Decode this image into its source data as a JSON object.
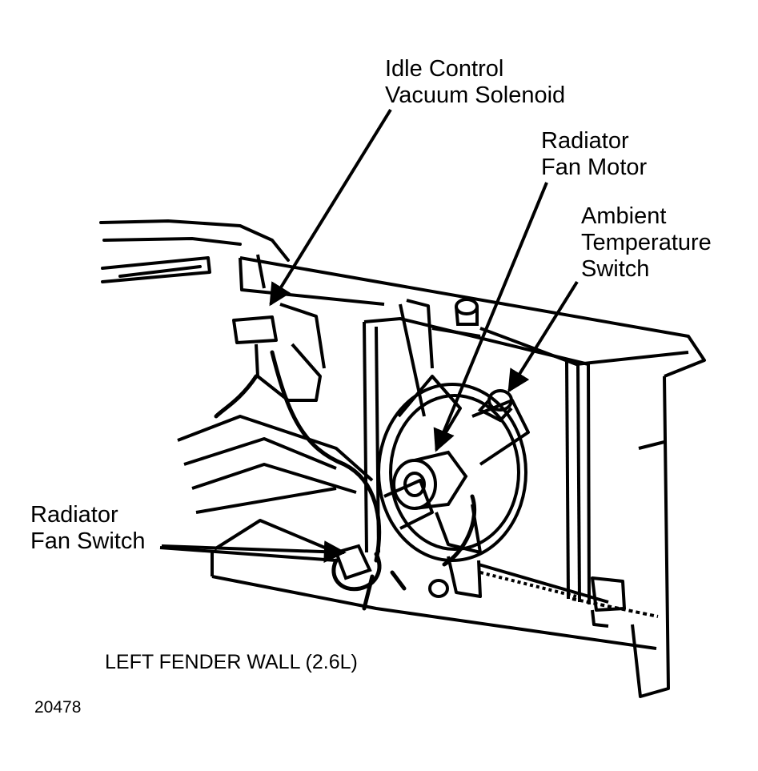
{
  "labels": {
    "idle_solenoid": [
      "Idle Control",
      "Vacuum Solenoid"
    ],
    "fan_motor": [
      "Radiator",
      "Fan Motor"
    ],
    "ambient_switch": [
      "Ambient",
      "Temperature",
      "Switch"
    ],
    "fan_switch": [
      "Radiator",
      "Fan Switch"
    ]
  },
  "caption": "LEFT FENDER WALL (2.6L)",
  "figure_number": "20478",
  "colors": {
    "ink": "#000000",
    "paper": "#ffffff"
  }
}
